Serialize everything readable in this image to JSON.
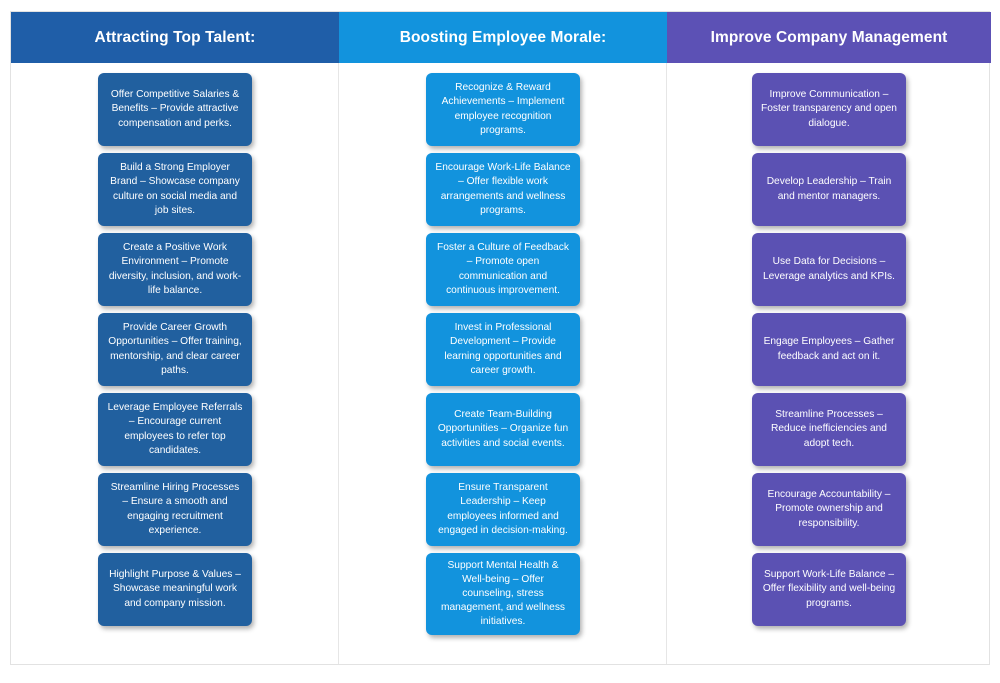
{
  "board": {
    "columns": [
      {
        "id": "attracting-top-talent",
        "header": "Attracting Top Talent:",
        "header_color": "#1F5EA8",
        "card_color": "#21609F",
        "cards": [
          "Offer Competitive Salaries & Benefits – Provide attractive compensation and perks.",
          "Build a Strong Employer Brand – Showcase company culture on social media and job sites.",
          "Create a Positive Work Environment – Promote diversity, inclusion, and work-life balance.",
          "Provide Career Growth Opportunities – Offer training, mentorship, and clear career paths.",
          "Leverage Employee Referrals – Encourage current employees to refer top candidates.",
          "Streamline Hiring Processes – Ensure a smooth and engaging recruitment experience.",
          "Highlight Purpose & Values – Showcase meaningful work and company mission."
        ]
      },
      {
        "id": "boosting-employee-morale",
        "header": "Boosting Employee Morale:",
        "header_color": "#1293DD",
        "card_color": "#1293DD",
        "cards": [
          "Recognize & Reward Achievements – Implement employee recognition programs.",
          "Encourage Work-Life Balance – Offer flexible work arrangements and wellness programs.",
          "Foster a Culture of Feedback – Promote open communication and continuous improvement.",
          "Invest in Professional Development – Provide learning opportunities and career growth.",
          "Create Team-Building Opportunities – Organize fun activities and social events.",
          "Ensure Transparent Leadership – Keep employees informed and engaged in decision-making.",
          "Support Mental Health & Well-being – Offer counseling, stress management, and wellness initiatives."
        ]
      },
      {
        "id": "improve-company-management",
        "header": "Improve Company Management",
        "header_color": "#5C51B5",
        "card_color": "#5B51B3",
        "cards": [
          "Improve Communication – Foster transparency and open dialogue.",
          "Develop Leadership – Train and mentor managers.",
          "Use Data for Decisions – Leverage analytics and KPIs.",
          "Engage Employees – Gather feedback and act on it.",
          "Streamline Processes – Reduce inefficiencies and adopt tech.",
          "Encourage Accountability – Promote ownership and responsibility.",
          "Support Work-Life Balance – Offer flexibility and well-being programs."
        ]
      }
    ]
  }
}
